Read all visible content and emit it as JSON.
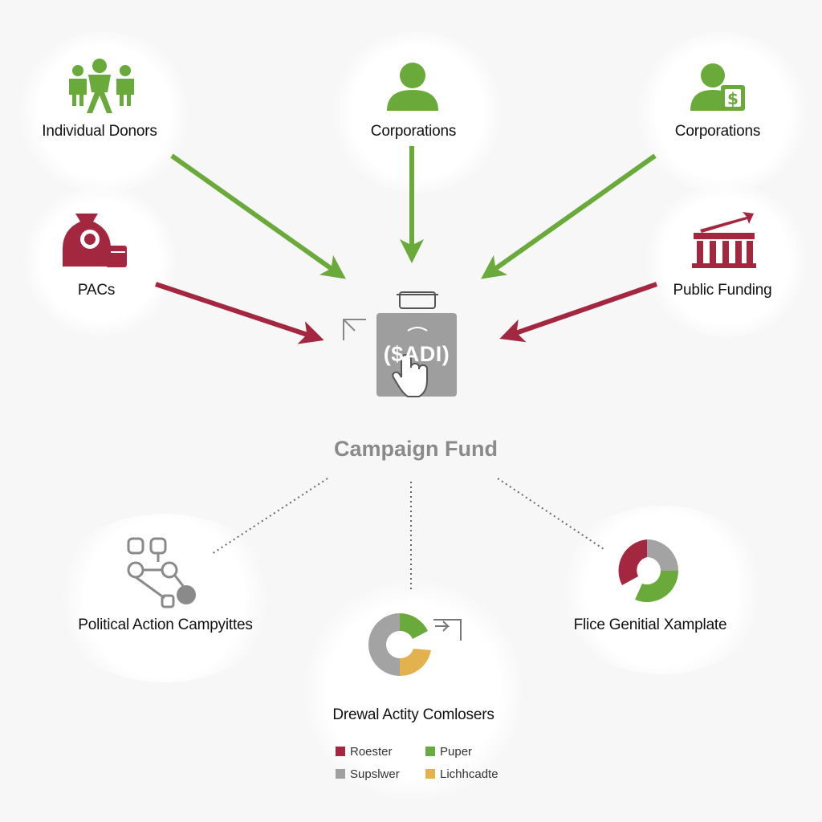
{
  "sources": {
    "individual_donors": "Individual Donors",
    "corporations_center": "Corporations",
    "corporations_right": "Corporations",
    "pacs": "PACs",
    "public_funding": "Public Funding"
  },
  "center": {
    "fund_text": "($ADI)",
    "title": "Campaign Fund"
  },
  "outputs": {
    "political_action": "Political Action Campyittes",
    "flice": "Flice Genitial Xamplate",
    "drewal": "Drewal Actity Comlosers"
  },
  "legend": [
    {
      "label": "Roester",
      "color": "#a3273f"
    },
    {
      "label": "Puper",
      "color": "#6aaa3a"
    },
    {
      "label": "Supslwer",
      "color": "#a0a0a0"
    },
    {
      "label": "Lichhcadte",
      "color": "#e2b24e"
    }
  ],
  "colors": {
    "green": "#6aaa3a",
    "maroon": "#a3273f",
    "gray": "#a3a3a3",
    "gold": "#e2b24e"
  },
  "icons": {
    "individual_donors": "people-group-icon",
    "corporations_center": "person-icon",
    "corporations_right": "person-money-bag-icon",
    "pacs": "money-bag-icon",
    "public_funding": "bank-growth-icon",
    "fund": "fund-box-pointer-icon",
    "political_action": "network-nodes-icon",
    "flice": "donut-chart-icon",
    "drewal": "donut-chart-arrow-icon"
  }
}
